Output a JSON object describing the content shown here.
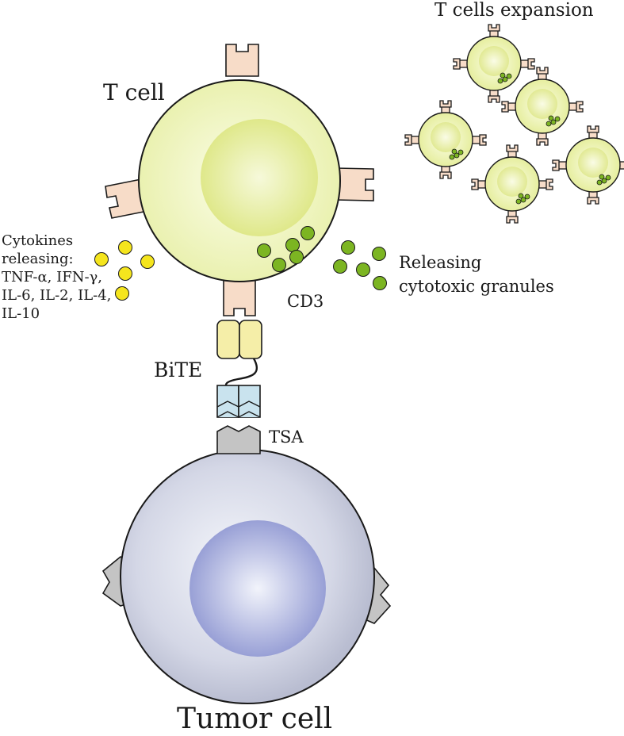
{
  "labels": {
    "t_cell": "T cell",
    "t_cells_expansion": "T cells expansion",
    "cytokines": [
      "Cytokines",
      "releasing:",
      "TNF-α, IFN-γ,",
      "IL-6, IL-2, IL-4,",
      "IL-10"
    ],
    "releasing_granules": [
      "Releasing",
      "cytotoxic granules"
    ],
    "cd3": "CD3",
    "bite": "BiTE",
    "tsa": "TSA",
    "tumor_cell": "Tumor cell"
  },
  "colors": {
    "t_cell_fill": "#eef3b8",
    "t_cell_nucleus": "#e4ec90",
    "receptor": "#f7dcc8",
    "bite_yellow": "#f5eea8",
    "bite_blue": "#c9e3ee",
    "tsa_gray": "#c4c4c4",
    "tumor_fill": "#c9ccdf",
    "tumor_nucleus": "#9ea4d6",
    "cytokine_yellow": "#f5e51d",
    "granule_green": "#7cb522"
  },
  "icons": {
    "cytokine": "yellow-circle",
    "granule": "green-circle",
    "receptor": "notched-receptor"
  }
}
